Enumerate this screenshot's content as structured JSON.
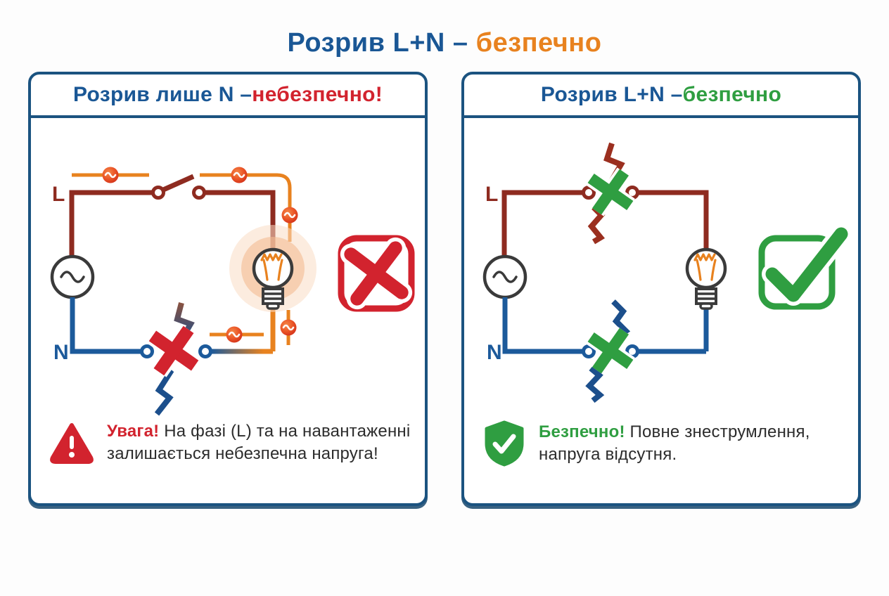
{
  "title": {
    "text": "Розрив L+N –",
    "highlight": "безпечно"
  },
  "panels": {
    "left": {
      "header": {
        "text": "Розрив лише N –",
        "highlight": "небезпечно!"
      },
      "wire_labels": {
        "live": "L",
        "neutral": "N"
      },
      "status_icon": "red-cross-box",
      "caption_icon": "warning-triangle",
      "caption": {
        "lead": "Увага!",
        "line1": "На фазі (L) та на навантаженні",
        "line2": "залишається небезпечна напруга!"
      }
    },
    "right": {
      "header": {
        "text": "Розрив L+N –",
        "highlight": "безпечно"
      },
      "wire_labels": {
        "live": "L",
        "neutral": "N"
      },
      "status_icon": "green-check-box",
      "caption_icon": "shield-check",
      "caption": {
        "lead": "Безпечно!",
        "line1": "Повне знеструмлення,",
        "line2": "напруга відсутня."
      }
    }
  },
  "colors": {
    "brand_blue": "#1a5795",
    "accent_orange": "#e8821f",
    "danger_red": "#d2232e",
    "safe_green": "#2f9e41",
    "wire_live": "#8e2b20",
    "wire_neutral": "#1c5a9b"
  }
}
